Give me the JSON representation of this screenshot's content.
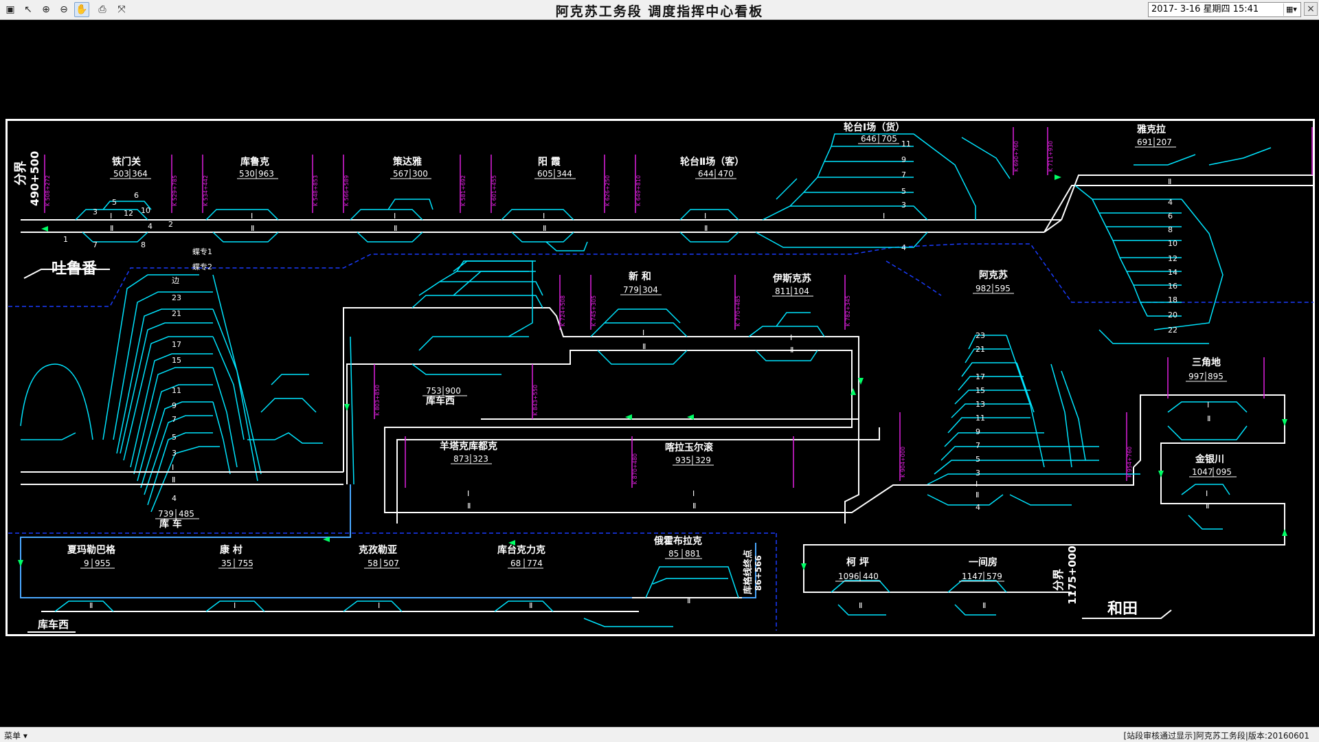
{
  "window": {
    "title": "阿克苏工务段  调度指挥中心看板",
    "datetime": "2017- 3-16 星期四 15:41",
    "toolbar": [
      {
        "icon": "arrow-select-icon",
        "label": "↖"
      },
      {
        "icon": "zoom-in-icon",
        "label": "⊕"
      },
      {
        "icon": "zoom-out-icon",
        "label": "⊖"
      },
      {
        "icon": "pan-hand-icon",
        "label": "✋"
      },
      {
        "icon": "print-icon",
        "label": "⎙"
      },
      {
        "icon": "fit-view-icon",
        "label": "⤧"
      }
    ]
  },
  "colors": {
    "track_main": "#ffffff",
    "siding": "#00e5ff",
    "mileage": "#e020e0",
    "boundary": "#1a3cff",
    "arrow": "#00ff66"
  },
  "statusbar": {
    "menu_label": "菜单",
    "info": "[站段审核通过显示]阿克苏工务段|版本:20160601"
  },
  "direction_labels": {
    "tulufan": "吐鲁番",
    "hetian": "和田",
    "kuche_west_bottom": "库车西",
    "boundary_left_line1": "分界",
    "boundary_left_line2": "490+500",
    "boundary_right_line1": "分界",
    "boundary_right_line2": "1175+000",
    "nanjiang_end_line1": "库格线终点",
    "nanjiang_end_line2": "86+566"
  },
  "stations": [
    {
      "name": "铁门关",
      "code": "503",
      "km": "364"
    },
    {
      "name": "库鲁克",
      "code": "530",
      "km": "963"
    },
    {
      "name": "策达雅",
      "code": "567",
      "km": "300"
    },
    {
      "name": "阳  霞",
      "code": "605",
      "km": "344"
    },
    {
      "name": "轮台Ⅱ场（客）",
      "code": "644",
      "km": "470"
    },
    {
      "name": "轮台Ⅰ场（货）",
      "code": "646",
      "km": "705"
    },
    {
      "name": "雅克拉",
      "code": "691",
      "km": "207"
    },
    {
      "name": "新  和",
      "code": "779",
      "km": "304"
    },
    {
      "name": "伊斯克苏",
      "code": "811",
      "km": "104"
    },
    {
      "name": "阿克苏",
      "code": "982",
      "km": "595"
    },
    {
      "name": "三角地",
      "code": "997",
      "km": "895"
    },
    {
      "name": "金银川",
      "code": "1047",
      "km": "095"
    },
    {
      "name": "库车西",
      "code": "753",
      "km": "900"
    },
    {
      "name": "库  车",
      "code": "739",
      "km": "485"
    },
    {
      "name": "羊塔克库都克",
      "code": "873",
      "km": "323"
    },
    {
      "name": "喀拉玉尔滚",
      "code": "935",
      "km": "329"
    },
    {
      "name": "夏玛勒巴格",
      "code": "9",
      "km": "955"
    },
    {
      "name": "康  村",
      "code": "35",
      "km": "755"
    },
    {
      "name": "克孜勒亚",
      "code": "58",
      "km": "507"
    },
    {
      "name": "库台克力克",
      "code": "68",
      "km": "774"
    },
    {
      "name": "俄霍布拉克",
      "code": "85",
      "km": "881"
    },
    {
      "name": "柯  坪",
      "code": "1096",
      "km": "440"
    },
    {
      "name": "一间房",
      "code": "1147",
      "km": "579"
    }
  ],
  "mileage_marks": [
    "K 508+272",
    "K 529+785",
    "K 534+442",
    "K 548+853",
    "K 566+589",
    "K 581+692",
    "K 601+455",
    "K 626+250",
    "K 649+810",
    "K 690+760",
    "K 711+930",
    "K 724+508",
    "K 745+305",
    "K 770+485",
    "K 782+345",
    "K 803+850",
    "K 843+550",
    "K 870+480",
    "K 904+000",
    "K 954+760"
  ],
  "track_nums": {
    "main1": "Ⅰ",
    "main2": "Ⅱ",
    "t1": "1",
    "t2": "2",
    "t3": "3",
    "t4": "4",
    "t5": "5",
    "t6": "6",
    "t7": "7",
    "t8": "8",
    "t9": "9",
    "t10": "10",
    "t11": "11",
    "t12": "12",
    "t13": "13",
    "t14": "14",
    "t15": "15",
    "t16": "16",
    "t17": "17",
    "t18": "18",
    "t20": "20",
    "t21": "21",
    "t22": "22",
    "t23": "23",
    "bian": "边",
    "diezhuan1": "蝶专1",
    "diezhuan2": "蝶专2"
  }
}
